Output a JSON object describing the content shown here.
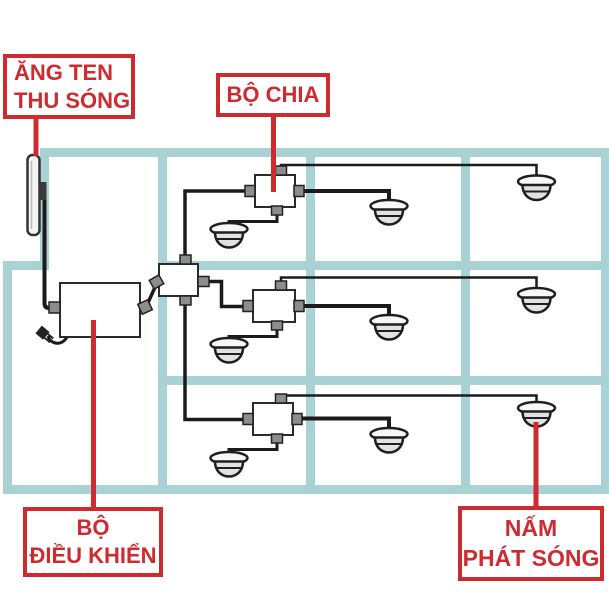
{
  "labels": {
    "antenna": {
      "line1": "ĂNG TEN",
      "line2": "THU SÓNG"
    },
    "splitter": {
      "label": "BỘ CHIA"
    },
    "controller": {
      "line1": "BỘ",
      "line2": "ĐIỀU KHIỂN"
    },
    "broadcast_dome": {
      "line1": "NẤM",
      "line2": "PHÁT SÓNG"
    }
  },
  "icons": {
    "antenna": "panel-antenna-icon",
    "controller": "controller-box-icon",
    "hub": "main-splitter-box-icon",
    "floor_splitter": "splitter-box-icon",
    "dome": "ceiling-dome-antenna-icon",
    "plug": "power-plug-icon"
  },
  "colors": {
    "label_red": "#ce2b30",
    "wall_teal": "#a9d2d4",
    "cable_black": "#1b1b1b",
    "device_fill": "#ffffff",
    "dome_fill": "#e2e2e2",
    "background": "#ffffff"
  }
}
